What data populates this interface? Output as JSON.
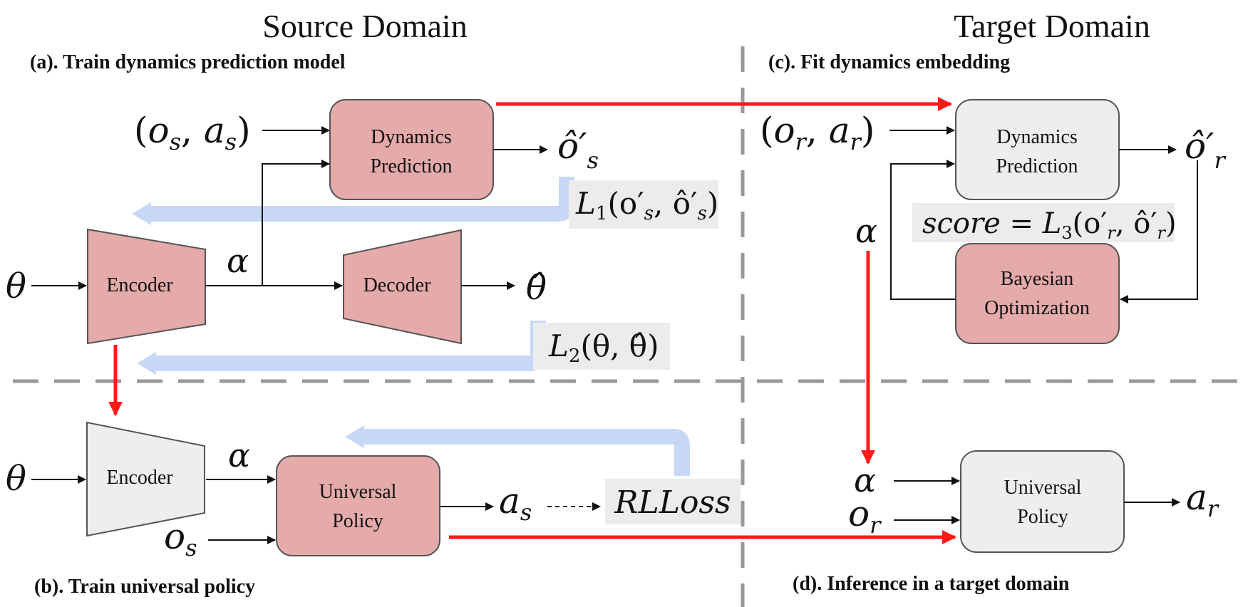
{
  "titles": {
    "source": "Source Domain",
    "target": "Target Domain"
  },
  "sections": {
    "a": "(a). Train dynamics prediction model",
    "b": "(b). Train universal policy",
    "c": "(c). Fit dynamics embedding",
    "d": "(d). Inference in a target domain"
  },
  "boxes": {
    "dyn_source_l1": "Dynamics",
    "dyn_source_l2": "Prediction",
    "encoder_a": "Encoder",
    "decoder": "Decoder",
    "encoder_b": "Encoder",
    "up_source_l1": "Universal",
    "up_source_l2": "Policy",
    "dyn_target_l1": "Dynamics",
    "dyn_target_l2": "Prediction",
    "bo_l1": "Bayesian",
    "bo_l2": "Optimization",
    "up_target_l1": "Universal",
    "up_target_l2": "Policy"
  },
  "symbols": {
    "os_as": "(o",
    "theta": "θ",
    "alpha": "α",
    "theta_hat": "θ̂",
    "o_s": "o",
    "a_s": "a",
    "a_r": "a",
    "o_r": "o",
    "sub_s": "s",
    "sub_r": "r",
    "rlloss": "RLLoss"
  },
  "losses": {
    "L1": "L",
    "L1_args": "(o′",
    "L2": "L",
    "L2_args": "(θ, θ̂)",
    "score": "score = L",
    "score_args": "(o′"
  },
  "colors": {
    "pink": "#e5aaaa",
    "gray": "#eeeeee",
    "red_arrow": "#ff1a1a",
    "blue_loss": "#c7d8f6",
    "divider": "#999999"
  }
}
